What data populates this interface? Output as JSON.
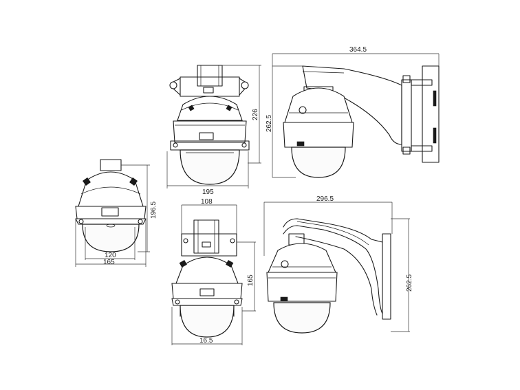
{
  "drawing": {
    "dimensions": {
      "pendant_mount_front_width": "195",
      "pendant_mount_front_height_outer": "226",
      "pendant_mount_front_height_inner": "262.5",
      "wall_mount_top_length": "364.5",
      "standalone_height": "196.5",
      "standalone_inner_width": "120",
      "standalone_outer_width": "165",
      "bracket_top_width": "108",
      "bracket_height": "165",
      "bracket_bottom_width": "16.5",
      "wall_mount_curved_length": "296.5",
      "wall_mount_curved_height": "262.5"
    }
  }
}
